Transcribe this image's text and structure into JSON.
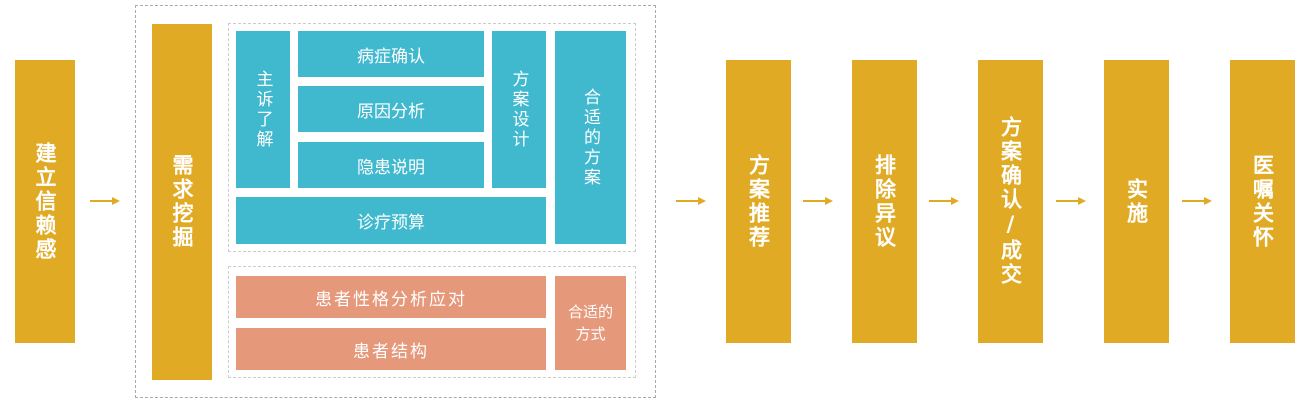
{
  "colors": {
    "gold": "#e0aa24",
    "teal": "#40b9cf",
    "salmon": "#e6987a"
  },
  "steps": {
    "trust": "建立信赖感",
    "needs": "需求挖掘",
    "recommend": "方案推荐",
    "objection": "排除异议",
    "confirm": "方案确认/成交",
    "implement": "实施",
    "aftercare": "医嘱关怀"
  },
  "needs_detail": {
    "complaint": "主诉了解",
    "symptom": "病症确认",
    "cause": "原因分析",
    "risk": "隐患说明",
    "design": "方案设计",
    "suitable_plan": "合适的方案",
    "budget": "诊疗预算",
    "personality": "患者性格分析应对",
    "structure": "患者结构",
    "suitable_way": "合适的方式"
  }
}
